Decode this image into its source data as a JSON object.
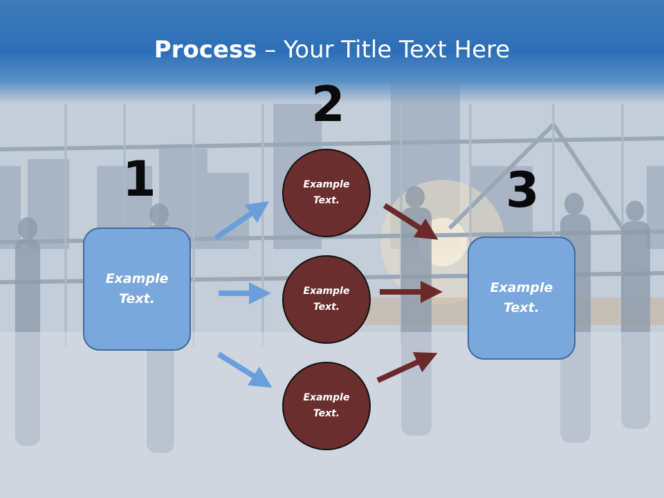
{
  "title": {
    "bold": "Process",
    "rest": " – Your Title Text Here"
  },
  "steps": [
    {
      "number": "1",
      "label": "Example\nText."
    },
    {
      "number": "2",
      "label": "Example\nText."
    },
    {
      "number": "3",
      "label": "Example\nText."
    }
  ],
  "circles": [
    {
      "label": "Example\nText."
    },
    {
      "label": "Example\nText."
    },
    {
      "label": "Example\nText."
    }
  ],
  "colors": {
    "header": "#2c6fb8",
    "box": "#7aa7dc",
    "circle": "#6a2e2e",
    "arrow_blue": "#6a9fdb",
    "arrow_red": "#6b2a2a"
  }
}
